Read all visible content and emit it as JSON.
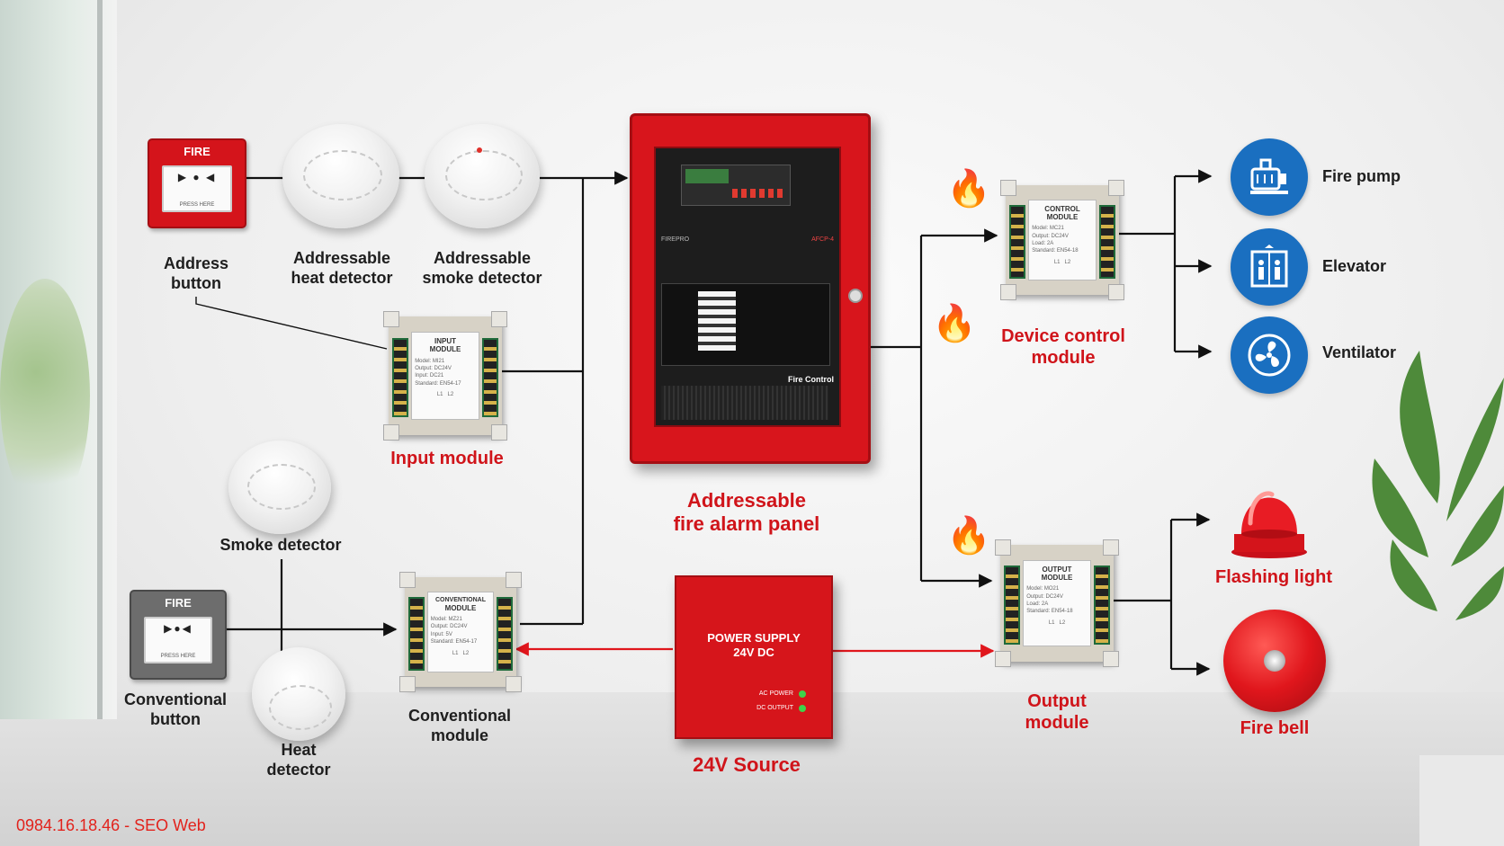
{
  "labels": {
    "address_button": "Address\nbutton",
    "address_button_l1": "Address",
    "address_button_l2": "button",
    "heat_detector_l1": "Addressable",
    "heat_detector_l2": "heat detector",
    "smoke_detector_l1": "Addressable",
    "smoke_detector_l2": "smoke detector",
    "input_module": "Input module",
    "smoke_detector_conv": "Smoke detector",
    "conventional_button_l1": "Conventional",
    "conventional_button_l2": "button",
    "heat_detector_conv_l1": "Heat",
    "heat_detector_conv_l2": "detector",
    "conventional_module_l1": "Conventional",
    "conventional_module_l2": "module",
    "panel_l1": "Addressable",
    "panel_l2": "fire alarm panel",
    "source": "24V Source",
    "device_control_l1": "Device control",
    "device_control_l2": "module",
    "output_module_l1": "Output",
    "output_module_l2": "module",
    "fire_pump": "Fire pump",
    "elevator": "Elevator",
    "ventilator": "Ventilator",
    "flashing_light": "Flashing light",
    "fire_bell": "Fire bell"
  },
  "devices": {
    "callpoint_red": {
      "title": "FIRE",
      "arrows": "▶ ● ◀",
      "small": "PRESS HERE"
    },
    "callpoint_grey": {
      "title": "FIRE",
      "arrows": "▶●◀",
      "small": "PRESS HERE"
    },
    "input_module": {
      "line1": "INPUT",
      "line2": "MODULE",
      "spec": "Model: MI21\nOutput: DC24V\nInput: DC21\nStandard: EN54-17",
      "terms": "L1   L2"
    },
    "conventional_module": {
      "line1": "CONVENTIONAL",
      "line2": "MODULE",
      "spec": "Model: MZ21\nOutput: DC24V\nInput: 5V\nStandard: EN54-17",
      "terms": "L1   L2"
    },
    "control_module": {
      "line1": "CONTROL",
      "line2": "MODULE",
      "spec": "Model: MC21\nOutput: DC24V\nLoad: 2A\nStandard: EN54-18",
      "terms": "L1   L2"
    },
    "output_module": {
      "line1": "OUTPUT",
      "line2": "MODULE",
      "spec": "Model: MO21\nOutput: DC24V\nLoad: 2A\nStandard: EN54-18",
      "terms": "L1   L2"
    },
    "panel": {
      "brand": "FIREPRO",
      "model": "AFCP-4",
      "fire_control": "Fire Control"
    },
    "psu": {
      "line1": "POWER SUPPLY",
      "line2": "24V DC",
      "ac_power": "AC POWER",
      "dc_output": "DC OUTPUT"
    }
  },
  "icons": {
    "fire_pump": "pump-icon",
    "elevator": "elevator-icon",
    "ventilator": "fan-icon",
    "flame": "flame-icon"
  },
  "colors": {
    "accent_red": "#d0141a",
    "icon_blue": "#1a6fc0",
    "wire": "#111111"
  },
  "footer": "0984.16.18.46 - SEO Web"
}
